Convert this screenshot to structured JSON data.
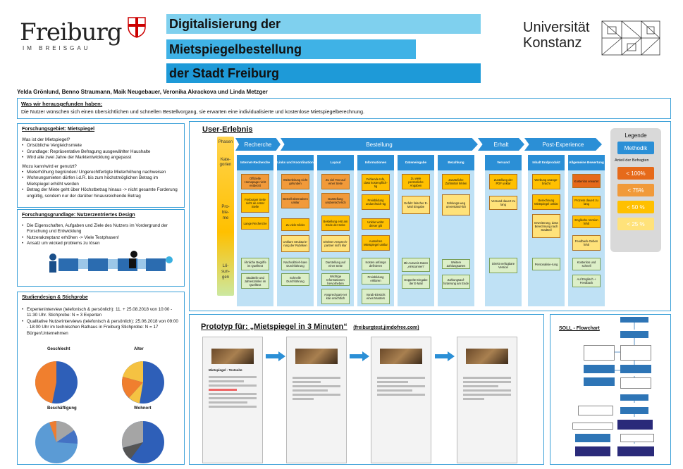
{
  "header": {
    "freiburg_logo": "Freiburg",
    "freiburg_sub": "IM BREISGAU",
    "title_lines": [
      "Digitalisierung der",
      "Mietspiegelbestellung",
      "der Stadt Freiburg"
    ],
    "uni_logo_1": "Universität",
    "uni_logo_2": "Konstanz",
    "authors": "Yelda Grönlund, Benno Straumann, Maik Neugebauer, Veronika Akrackova und Linda Metzger"
  },
  "findings": {
    "title": "Was wir herausgefunden haben:",
    "text": "Die Nutzer wünschen sich einen übersichtlichen und schnellen Bestellvorgang, sie erwarten eine individualisierte und kostenlose Mietspiegelberechnung."
  },
  "research": {
    "title": "Forschungsgebiet: Mietspiegel",
    "q1": "Was ist der Mietspiegel?",
    "q1_items": [
      "Ortsübliche Vergleichsmiete",
      "Grundlage: Repräsentative Befragung ausgewählter Haushalte",
      "Wird alle zwei Jahre der Marktentwicklung angepasst"
    ],
    "q2": "Wozu kann/wird er genutzt?",
    "q2_items": [
      "Mieterhöhung begründen/ Ungerechtfertigte Mieterhöhung nachweisen",
      "Wohnungsmieten dürfen i.d.R. bis zum höchstmöglichen Betrag im Mietspiegel erhöht werden",
      "Betrag der Miete geht über Höchstbetrag hinaus -> nicht gesamte Forderung ungültig, sondern nur der darüber hinausreichende Betrag"
    ]
  },
  "basis": {
    "title": "Forschungsgrundlage: Nutzerzentriertes Design",
    "items": [
      "Die Eigenschaften, Aufgaben und Ziele des Nutzers im Vordergrund der Forschung und Entwicklung",
      "Nutzerakzeptanz erhöhen -> Viele Testphasen!",
      "Ansatz um wicked problems zu lösen"
    ]
  },
  "study": {
    "title": "Studiendesign & Stichprobe",
    "items": [
      "Experteninterview (telefonisch & persönlich): 11. + 25.08.2018 von 10:00 - 11:30 Uhr. Stichprobe: N = 3 Experten",
      "Qualitative Nutzerinterviews (telefonisch & persönlich): 25.06.2018 von 09:00 - 18:00 Uhr im technischen Rathaus in Freiburg Stichprobe: N = 17 Bürger/Unternehmen"
    ],
    "pie_titles": [
      "Geschlecht",
      "Alter",
      "Beschäftigung",
      "Wohnort"
    ]
  },
  "ux": {
    "title": "User-Erlebnis",
    "row_labels": [
      "Phasen",
      "Kate-gorien",
      "Pro-ble-me",
      "Lö-sun-gen"
    ],
    "phases": [
      "Recherche",
      "Bestellung",
      "Erhalt",
      "Post-Experience"
    ],
    "columns": [
      {
        "head": "Internet-Recherche",
        "problems": [
          "Offizielle Homepage nicht entdeckt",
          "Freiburger Seite nicht an erster Stelle",
          "Lange Recherche"
        ],
        "solutions": [
          "Ähnliche Begriffe im Quelltext",
          "Stadtteile und Jahreszahlen im Quelltext"
        ]
      },
      {
        "head": "Links und Koordination",
        "problems": [
          "Weiterleitung nicht gefunden",
          "Bestell-alternativen unklar",
          "Zu viele Klicks",
          "Unklare Strukturie-rung der Rubriken"
        ],
        "solutions": [
          "Nachvollzieh-bare Durchführung",
          "Schnelle Durchführung"
        ]
      },
      {
        "head": "Layout",
        "problems": [
          "Zu viel Text auf einer Seite",
          "Darstellung unübersicht-lich",
          "Bestellung erst am Ende der Seite",
          "Direkter Ansprech-partner nicht klar"
        ],
        "solutions": [
          "Darstellung auf einer Seite",
          "Wichtige Informationen hervorheben",
          "Ansprechpart-ner klar ersichtlich"
        ]
      },
      {
        "head": "Informationen",
        "problems": [
          "Fehlende Info, dass kostenpflich-tig",
          "Preisbildung undurchsich-tig",
          "Unklar wofür dieser gilt",
          "Aussehen Mietspiegel unklar"
        ],
        "solutions": [
          "Kosten anfangs definieren",
          "Preisbildung erklären",
          "Vorab-Einsicht eines Musters"
        ]
      },
      {
        "head": "Dateneingabe",
        "problems": [
          "Zu viele persönliche Angaben",
          "Gefahr falscher E-Mail Eingabe"
        ],
        "solutions": [
          "Mit Ausweis Daten „einscannen“",
          "Doppelte Eingabe der E-Mail"
        ]
      },
      {
        "head": "Bezahlung",
        "problems": [
          "Zusätzliche Zahlmittel fehlen",
          "Zahlungs-weg unverständ-lich"
        ],
        "solutions": [
          "Weitere Zahlungsarten",
          "Zahlungsauf-forderung am Ende"
        ]
      },
      {
        "head": "Versand",
        "problems": [
          "Zustellung der PDF unklar",
          "Versand dauert zu lang"
        ],
        "solutions": [
          "Direkt verfügbare Version"
        ]
      },
      {
        "head": "Inhalt Endprodukt",
        "problems": [
          "Werbung unange-bracht",
          "Berechnung Mietspiegel unklar",
          "Erweiterung, dass Berechnung nach Stadtteil"
        ],
        "solutions": [
          "Personalisie-rung"
        ]
      },
      {
        "head": "Allgemeine Bewertung",
        "problems": [
          "Kostenlos erwartet",
          "Prozess dauert zu lang",
          "Englische Version fehlt",
          "Feedback-Geben fehlt"
        ],
        "solutions": [
          "Kostenlos und schnell",
          "Auf Englisch + Feedback"
        ]
      }
    ],
    "legend": {
      "title": "Legende",
      "method": "Methodik",
      "share": "Anteil der Befragten",
      "levels": [
        "< 100%",
        "< 75%",
        "< 50 %",
        "< 25 %"
      ]
    }
  },
  "prototype": {
    "title": "Prototyp für: „Mietspiegel in 3 Minuten“",
    "url": "(freiburgtest.jimdofree.com)",
    "screen_title": "Mietspiegel - Testseite"
  },
  "flowchart": {
    "title": "SOLL - Flowchart"
  },
  "colors": {
    "blue": "#2b8fd6",
    "light_blue": "#bfe1f5",
    "red": "#e66a1a",
    "orange": "#f19a3a",
    "yellow": "#ffc000",
    "light_yellow": "#ffe27a"
  }
}
